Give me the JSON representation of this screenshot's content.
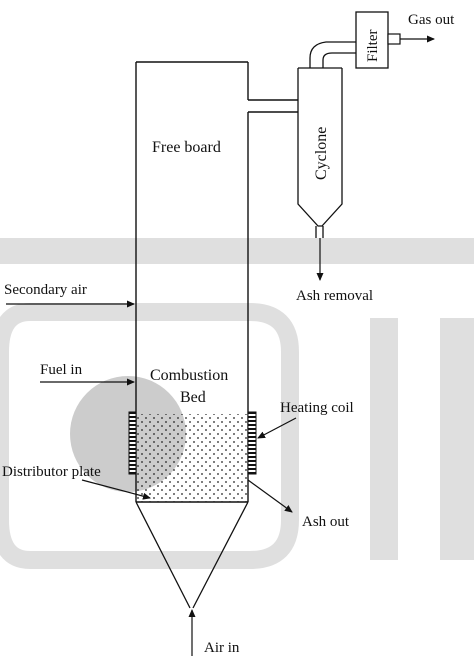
{
  "diagram": {
    "labels": {
      "gas_out": "Gas out",
      "filter": "Filter",
      "free_board": "Free board",
      "cyclone": "Cyclone",
      "secondary_air": "Secondary air",
      "ash_removal": "Ash removal",
      "fuel_in": "Fuel in",
      "combustion": "Combustion",
      "bed": "Bed",
      "heating_coil": "Heating coil",
      "distributor_plate": "Distributor plate",
      "ash_out": "Ash out",
      "air_in": "Air in"
    },
    "colors": {
      "line": "#111111",
      "watermark_gray": "#d7d7d7",
      "watermark_circle": "#c4c4c4"
    }
  }
}
